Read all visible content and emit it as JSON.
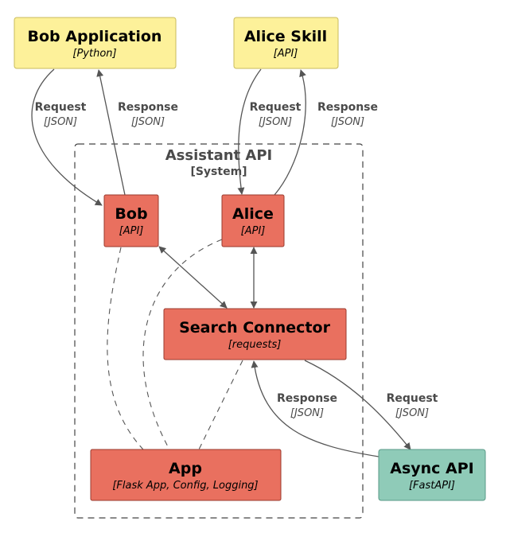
{
  "boundary": {
    "title": "Assistant API",
    "subtitle": "[System]"
  },
  "nodes": {
    "bob_app": {
      "title": "Bob Application",
      "tech": "[Python]"
    },
    "alice_skill": {
      "title": "Alice Skill",
      "tech": "[API]"
    },
    "bob": {
      "title": "Bob",
      "tech": "[API]"
    },
    "alice": {
      "title": "Alice",
      "tech": "[API]"
    },
    "search_connector": {
      "title": "Search Connector",
      "tech": "[requests]"
    },
    "app": {
      "title": "App",
      "tech": "[Flask App, Config, Logging]"
    },
    "async_api": {
      "title": "Async API",
      "tech": "[FastAPI]"
    }
  },
  "edges": {
    "bobapp_to_bob": {
      "label": "Request",
      "tech": "[JSON]"
    },
    "bob_to_bobapp": {
      "label": "Response",
      "tech": "[JSON]"
    },
    "aliceskill_to_alice": {
      "label": "Request",
      "tech": "[JSON]"
    },
    "alice_to_aliceskill": {
      "label": "Response",
      "tech": "[JSON]"
    },
    "search_to_async": {
      "label": "Request",
      "tech": "[JSON]"
    },
    "async_to_search": {
      "label": "Response",
      "tech": "[JSON]"
    }
  },
  "colors": {
    "external_fill": "#fdf19a",
    "external_stroke": "#c9bb5c",
    "internal_fill": "#e9705f",
    "internal_stroke": "#9a3a2e",
    "async_fill": "#8fcbb8",
    "async_stroke": "#5a9a87",
    "edge": "#555555",
    "label": "#4a4a4a"
  }
}
